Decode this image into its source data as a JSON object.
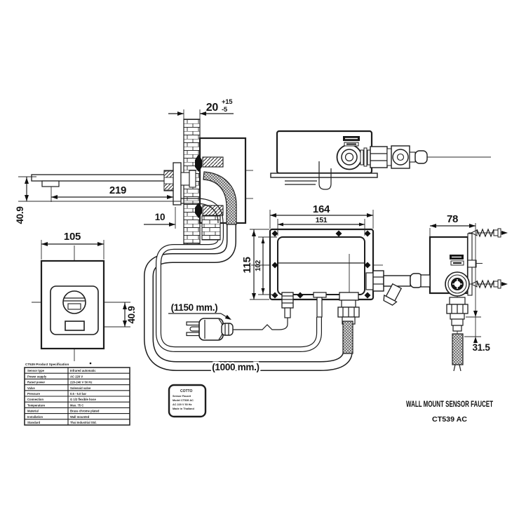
{
  "title_block": {
    "product_name": "WALL MOUNT SENSOR FAUCET",
    "model": "CT539 AC"
  },
  "annotations": {
    "wall_thickness": "20",
    "wall_thickness_tol_plus": "+15",
    "wall_thickness_tol_minus": "-5",
    "spout_length": "219",
    "spout_height": "40.9",
    "wall_inset": "10",
    "panel_width": "105",
    "sensor_offset": "40.9",
    "box_width_outer": "164",
    "box_width_inner": "151",
    "box_height_outer": "115",
    "box_height_inner": "102",
    "box_depth": "78",
    "hose_clearance": "31.5",
    "power_cord_length": "(1150 mm.)",
    "supply_hose_length": "(1000 mm.)"
  },
  "spec_table": {
    "title": "CT539 Product Specification",
    "rows": [
      {
        "label": "Sensor type",
        "value": "Infrared automatic"
      },
      {
        "label": "Power supply",
        "value": "AC 220 V"
      },
      {
        "label": "Rated power",
        "value": "220-240 V 50 Hz"
      },
      {
        "label": "Valve",
        "value": "Solenoid valve"
      },
      {
        "label": "Pressure",
        "value": "0.5 - 5.0 bar"
      },
      {
        "label": "Connection",
        "value": "G 1/2 flexible hose"
      },
      {
        "label": "Temperature",
        "value": "Max. 75 C"
      },
      {
        "label": "Material",
        "value": "Brass chrome plated"
      },
      {
        "label": "Installation",
        "value": "Wall mounted"
      },
      {
        "label": "Standard",
        "value": "Thai Industrial Std."
      }
    ]
  },
  "label_box": {
    "lines": [
      "COTTO",
      "Sensor Faucet",
      "Model CT539 AC",
      "AC 220 V 50 Hz",
      "Made in Thailand"
    ]
  },
  "colors": {
    "line": "#1d1d1d",
    "background": "#ffffff"
  }
}
